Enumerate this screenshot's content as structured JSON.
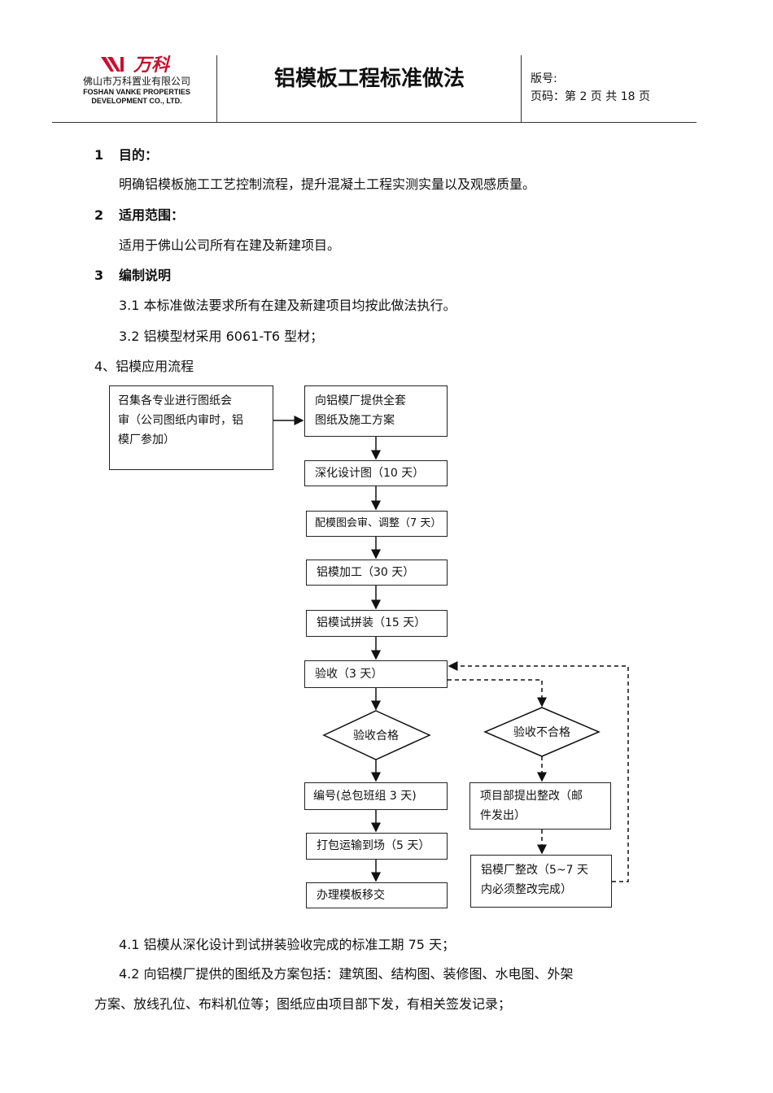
{
  "header": {
    "logo_text": "万科",
    "company_cn": "佛山市万科置业有限公司",
    "company_en_line1": "FOSHAN VANKE PROPERTIES",
    "company_en_line2": "DEVELOPMENT CO., LTD.",
    "title": "铝模板工程标准做法",
    "version_label": "版号:",
    "page_label": "页码：第 2 页  共 18 页"
  },
  "sections": {
    "s1_num": "1",
    "s1_title": "目的：",
    "s1_text": "明确铝模板施工工艺控制流程，提升混凝土工程实测实量以及观感质量。",
    "s2_num": "2",
    "s2_title": "适用范围：",
    "s2_text": "适用于佛山公司所有在建及新建项目。",
    "s3_num": "3",
    "s3_title": "编制说明",
    "s3_1": "3.1 本标准做法要求所有在建及新建项目均按此做法执行。",
    "s3_2": "3.2 铝模型材采用 6061-T6 型材；",
    "s4_title": "4、铝模应用流程",
    "s4_1": "4.1 铝模从深化设计到试拼装验收完成的标准工期 75 天；",
    "s4_2_line1": "4.2 向铝模厂提供的图纸及方案包括：建筑图、结构图、装修图、水电图、外架",
    "s4_2_line2": "方案、放线孔位、布料机位等；图纸应由项目部下发，有相关签发记录；"
  },
  "flow": {
    "meeting_l1": "召集各专业进行图纸会",
    "meeting_l2": "审（公司图纸内审时，铝",
    "meeting_l3": "模厂参加）",
    "provide_l1": "向铝模厂提供全套",
    "provide_l2": "图纸及施工方案",
    "deepen": "深化设计图（10 天）",
    "review": "配模图会审、调整（7 天）",
    "process": "铝模加工（30 天）",
    "trial": "铝模试拼装（15 天）",
    "accept": "验收（3 天）",
    "pass": "验收合格",
    "fail": "验收不合格",
    "number": "编号(总包班组 3 天)",
    "pack": "打包运输到场（5 天）",
    "transfer": "办理模板移交",
    "rectify_req_l1": "项目部提出整改（邮",
    "rectify_req_l2": "件发出）",
    "factory_fix_l1": "铝模厂整改（5~7 天",
    "factory_fix_l2": "内必须整改完成）"
  }
}
